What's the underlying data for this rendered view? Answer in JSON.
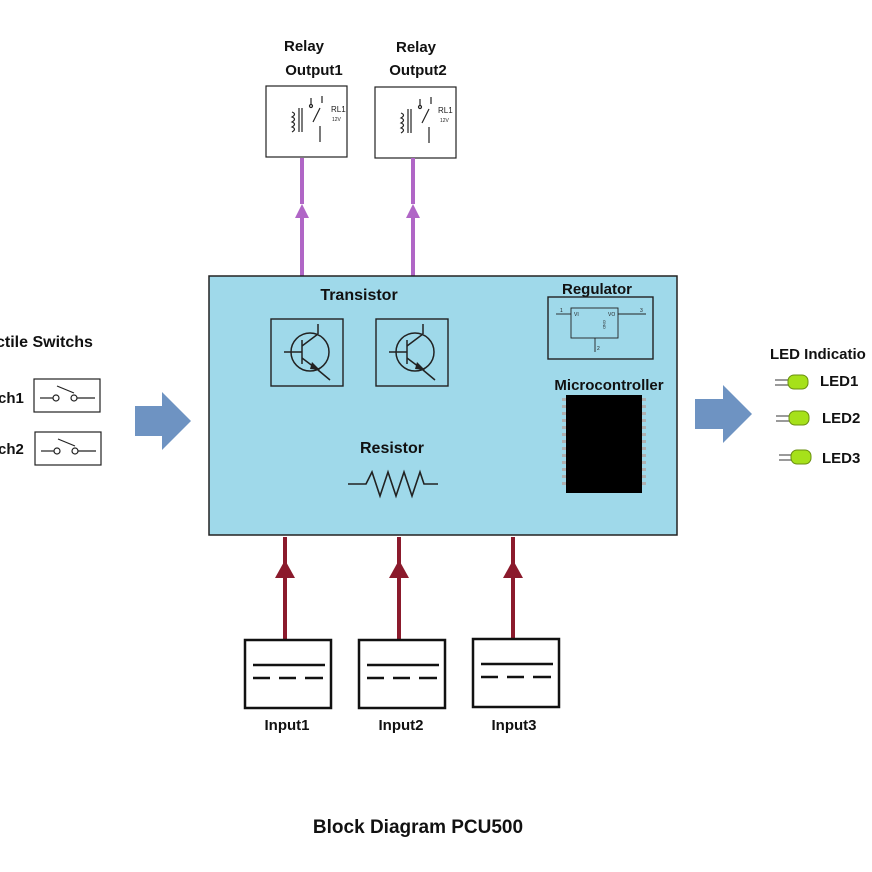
{
  "title": "Block Diagram PCU500",
  "relays": [
    {
      "label_line1": "Relay",
      "label_line2": "Output1",
      "symbol_name": "RL1",
      "symbol_voltage": "12V"
    },
    {
      "label_line1": "Relay",
      "label_line2": "Output2",
      "symbol_name": "RL1",
      "symbol_voltage": "12V"
    }
  ],
  "main_block": {
    "transistor_label": "Transistor",
    "regulator_label": "Regulator",
    "regulator_pins": {
      "pin1": "1",
      "pin2": "2",
      "pin3": "3",
      "vi": "VI",
      "vo": "VO",
      "gnd": "GND"
    },
    "microcontroller_label": "Microcontroller",
    "resistor_label": "Resistor"
  },
  "tactile": {
    "heading": "ctile Switchs",
    "switches": [
      "ch1",
      "ch2"
    ]
  },
  "leds": {
    "heading": "LED Indicatio",
    "items": [
      "LED1",
      "LED2",
      "LED3"
    ]
  },
  "inputs": [
    "Input1",
    "Input2",
    "Input3"
  ],
  "colors": {
    "main_block_fill": "#9fd9ea",
    "relay_wire": "#b066c6",
    "input_wire": "#8b1a2c",
    "big_arrow": "#6e93c2",
    "chip": "#000000",
    "led": "#a6e11a"
  },
  "icons": [
    "relay-icon",
    "npn-transistor-icon",
    "regulator-icon",
    "ic-chip-icon",
    "resistor-icon",
    "switch-icon",
    "led-icon",
    "input-card-icon",
    "arrow-icon"
  ]
}
